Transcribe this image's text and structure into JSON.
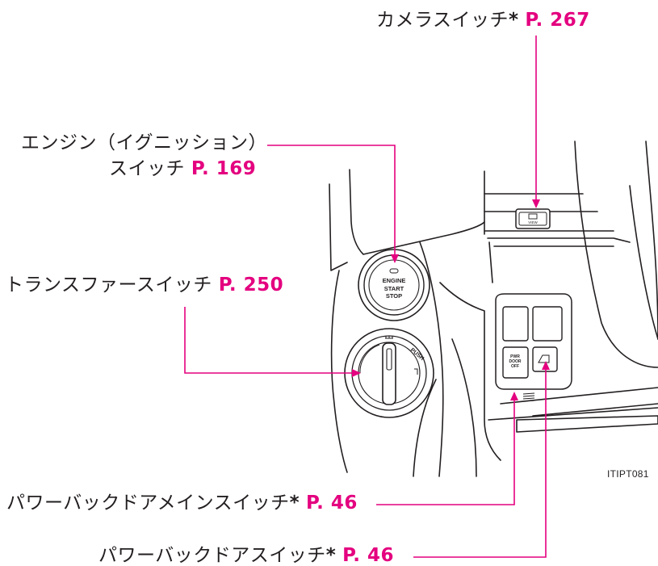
{
  "colors": {
    "leader": "#e4007f",
    "text": "#231f20",
    "page_ref": "#e4007f",
    "line_art": "#231f20"
  },
  "image_code": "ITIPT081",
  "callouts": [
    {
      "id": "camera",
      "text": "カメラスイッチ",
      "star": "*",
      "page": "P. 267"
    },
    {
      "id": "engine",
      "text_line1": "エンジン（イグニッション）",
      "text_line2": "スイッチ",
      "page": "P. 169"
    },
    {
      "id": "transfer",
      "text": "トランスファースイッチ",
      "page": "P. 250"
    },
    {
      "id": "backdoor-main",
      "text": "パワーバックドアメインスイッチ",
      "star": "*",
      "page": "P. 46"
    },
    {
      "id": "backdoor",
      "text": "パワーバックドアスイッチ",
      "star": "*",
      "page": "P. 46"
    }
  ],
  "switch_markings": {
    "engine": [
      "ENGINE",
      "START",
      "STOP"
    ],
    "transfer_push": "PUSH",
    "camera": "VIEW",
    "backdoor_main": [
      "PWR",
      "DOOR",
      "OFF"
    ]
  }
}
